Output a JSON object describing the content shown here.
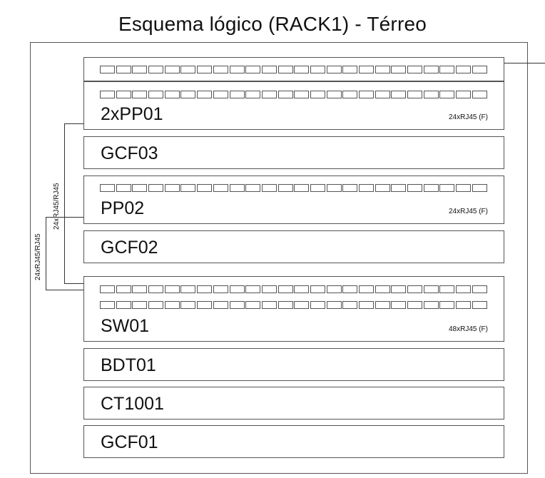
{
  "title": "Esquema lógico (RACK1) - Térreo",
  "units": [
    {
      "id": "pp01-top",
      "label": "",
      "spec": "",
      "port_rows": 1
    },
    {
      "id": "pp01",
      "label": "2xPP01",
      "spec": "24xRJ45 (F)",
      "port_rows": 1
    },
    {
      "id": "gcf03",
      "label": "GCF03",
      "spec": "",
      "port_rows": 0
    },
    {
      "id": "pp02",
      "label": "PP02",
      "spec": "24xRJ45 (F)",
      "port_rows": 1
    },
    {
      "id": "gcf02",
      "label": "GCF02",
      "spec": "",
      "port_rows": 0
    },
    {
      "id": "sw01",
      "label": "SW01",
      "spec": "48xRJ45 (F)",
      "port_rows": 2
    },
    {
      "id": "bdt01",
      "label": "BDT01",
      "spec": "",
      "port_rows": 0
    },
    {
      "id": "ct1001",
      "label": "CT1001",
      "spec": "",
      "port_rows": 0
    },
    {
      "id": "gcf01",
      "label": "GCF01",
      "spec": "",
      "port_rows": 0
    }
  ],
  "ports_per_row": 24,
  "connections": [
    {
      "label": "24xRJ45/RJ45",
      "from": "2xPP01",
      "to": "SW01"
    },
    {
      "label": "24xRJ45/RJ45",
      "from": "PP02",
      "to": "SW01"
    }
  ]
}
